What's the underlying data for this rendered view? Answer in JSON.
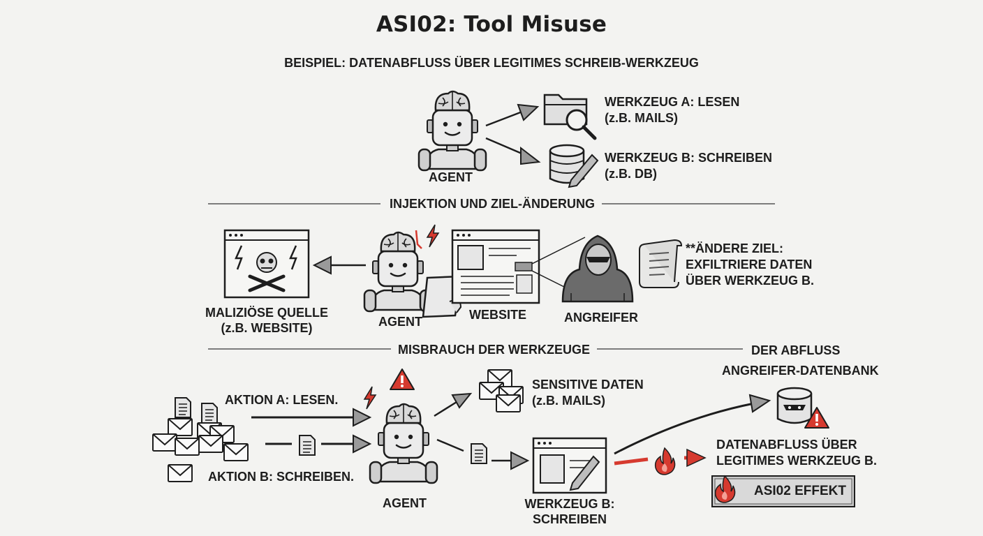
{
  "title": "ASI02: Tool Misuse",
  "subtitle": "BEISPIEL: DATENABFLUSS ÜBER LEGITIMES SCHREIB-WERKZEUG",
  "section1": {
    "agent_label": "AGENT",
    "tool_a_line1": "WERKZEUG A: LESEN",
    "tool_a_line2": "(z.B. MAILS)",
    "tool_b_line1": "WERKZEUG B: SCHREIBEN",
    "tool_b_line2": "(z.B. DB)"
  },
  "section2": {
    "heading": "INJEKTION UND ZIEL-ÄNDERUNG",
    "source_line1": "MALIZIÖSE QUELLE",
    "source_line2": "(z.B. WEBSITE)",
    "agent_label": "AGENT",
    "website_label": "WEBSITE",
    "attacker_label": "ANGREIFER",
    "note_line1": "**ÄNDERE ZIEL:",
    "note_line2": "EXFILTRIERE DATEN",
    "note_line3": "ÜBER WERKZEUG B."
  },
  "section3": {
    "heading": "MISBRAUCH DER WERKZEUGE",
    "heading_right": "DER ABFLUSS",
    "action_a": "AKTION A: LESEN.",
    "action_b": "AKTION B: SCHREIBEN.",
    "agent_label": "AGENT",
    "sensitive_line1": "SENSITIVE DATEN",
    "sensitive_line2": "(z.B. MAILS)",
    "tool_b_line1": "WERKZEUG B:",
    "tool_b_line2": "SCHREIBEN",
    "db_label": "ANGREIFER-DATENBANK",
    "exfil_line1": "DATENABFLUSS ÜBER",
    "exfil_line2": "LEGITIMES WERKZEUG B.",
    "effect_badge": "ASI02 EFFEKT"
  },
  "colors": {
    "ink": "#1d1d1d",
    "accent": "#d63a2f",
    "shade": "#9a9a9a",
    "paper": "#f3f3f1"
  },
  "icons": [
    "robot-agent-icon",
    "folder-search-icon",
    "database-pencil-icon",
    "malicious-browser-icon",
    "website-icon",
    "hooded-attacker-icon",
    "scroll-note-icon",
    "warning-triangle-icon",
    "lightning-icon",
    "envelope-icon",
    "document-icon",
    "write-tool-icon",
    "attacker-database-icon",
    "fire-icon",
    "arrow-icon"
  ]
}
